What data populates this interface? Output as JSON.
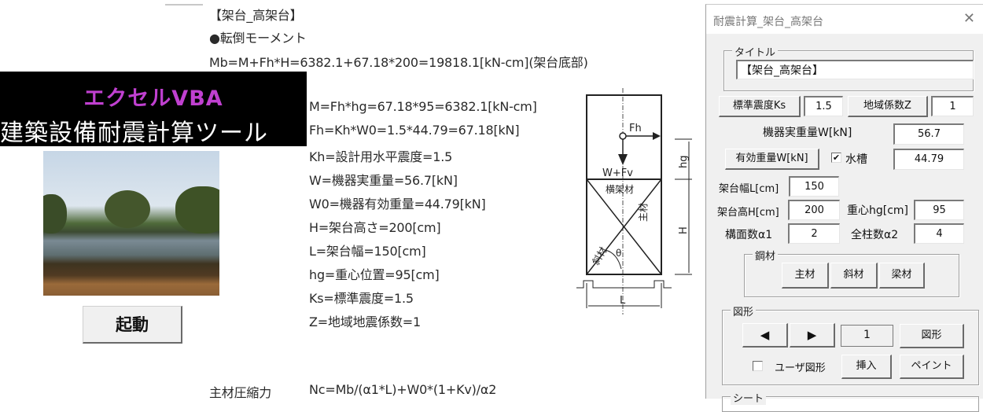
{
  "document": {
    "title": "【架台_高架台】",
    "section": "●転倒モーメント",
    "mb_formula": "Mb=M+Fh*H=6382.1+67.18*200=19818.1[kN-cm](架台底部)",
    "definitions": [
      "M=Fh*hg=67.18*95=6382.1[kN-cm]",
      "Fh=Kh*W0=1.5*44.79=67.18[kN]",
      "Kh=設計用水平震度=1.5",
      "W=機器実重量=56.7[kN]",
      "W0=機器有効重量=44.79[kN]",
      "H=架台高さ=200[cm]",
      "L=架台幅=150[cm]",
      "hg=重心位置=95[cm]",
      "Ks=標準震度=1.5",
      "Z=地域地震係数=1"
    ],
    "nc_label": "主材圧縮力",
    "nc_formula": "Nc=Mb/(α1*L)+W0*(1+Kv)/α2"
  },
  "banner": {
    "line1": "エクセルVBA",
    "line2": "建築設備耐震計算ツール"
  },
  "start_button": "起動",
  "diagram": {
    "fh": "Fh",
    "w_fv": "W+Fv",
    "beam": "横架材",
    "main": "主材",
    "diagonal": "斜材",
    "theta": "θ",
    "hg": "hg",
    "h": "H",
    "l": "L"
  },
  "dialog": {
    "title": "耐震計算_架台_高架台",
    "title_frame": {
      "label": "タイトル",
      "value": "【架台_高架台】"
    },
    "ks_button": "標準震度Ks",
    "ks_value": "1.5",
    "z_button": "地域係数Z",
    "z_value": "1",
    "w_label": "機器実重量W[kN]",
    "w_value": "56.7",
    "w0_button": "有効重量W[kN]",
    "tank_checkbox": {
      "label": "水槽",
      "checked": true
    },
    "w0_value": "44.79",
    "l_label": "架台幅L[cm]",
    "l_value": "150",
    "h_label": "架台高H[cm]",
    "h_value": "200",
    "hg_label": "重心hg[cm]",
    "hg_value": "95",
    "a1_label": "構面数α1",
    "a1_value": "2",
    "a2_label": "全柱数α2",
    "a2_value": "4",
    "steel_frame": {
      "label": "鋼材",
      "buttons": [
        "主材",
        "斜材",
        "梁材"
      ]
    },
    "shape_frame": {
      "label": "図形",
      "prev": "◀",
      "next": "▶",
      "index": "1",
      "shape_button": "図形",
      "user_shape_checkbox": {
        "label": "ユーザ図形",
        "checked": false
      },
      "insert_button": "挿入",
      "paint_button": "ペイント"
    },
    "sheet_frame": {
      "label": "シート"
    }
  }
}
